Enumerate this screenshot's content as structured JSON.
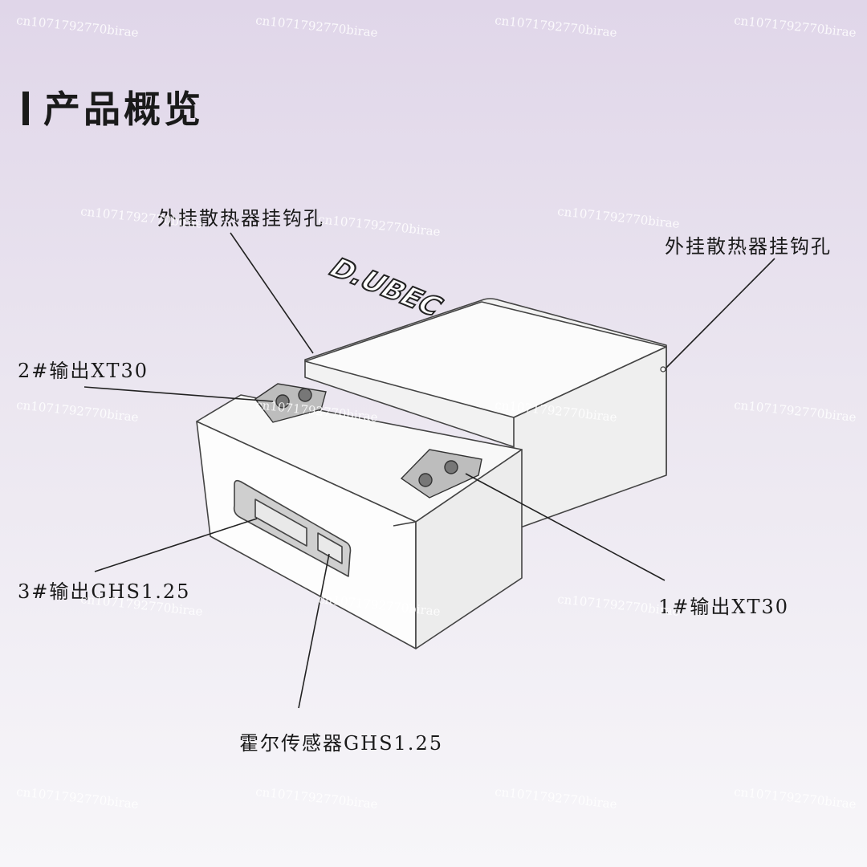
{
  "title": "产品概览",
  "device": {
    "logo_text": "D.UBEC"
  },
  "callouts": {
    "hanger_hole_left": "外挂散热器挂钩孔",
    "hanger_hole_right": "外挂散热器挂钩孔",
    "output2": "2#输出XT30",
    "output1": "1#输出XT30",
    "output3": "3#输出GHS1.25",
    "hall_sensor": "霍尔传感器GHS1.25"
  },
  "watermark": "cn1071792770birae"
}
